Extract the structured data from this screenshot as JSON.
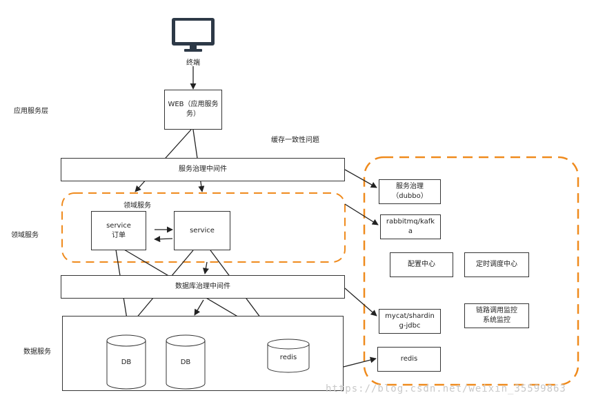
{
  "terminal": {
    "label": "终端"
  },
  "layers": {
    "app": "应用服务层",
    "domain": "领域服务",
    "data": "数据服务"
  },
  "web_box": "WEB（应用服务\n务）",
  "cache_issue": "缓存一致性问题",
  "gov_mw": "服务治理中间件",
  "domain_service_title": "领域服务",
  "service_order": "service\n订单",
  "service": "service",
  "db_mw": "数据库治理中间件",
  "db1": "DB",
  "db2": "DB",
  "redis_db": "redis",
  "right": {
    "gov": "服务治理\n（dubbo）",
    "mq": "rabbitmq/kafk\na",
    "config": "配置中心",
    "schedule": "定时调度中心",
    "mycat": "mycat/shardin\ng-jdbc",
    "monitor": "链路调用监控\n系统监控",
    "redis": "redis"
  },
  "watermark": "https://blog.csdn.net/weixin_35599863"
}
